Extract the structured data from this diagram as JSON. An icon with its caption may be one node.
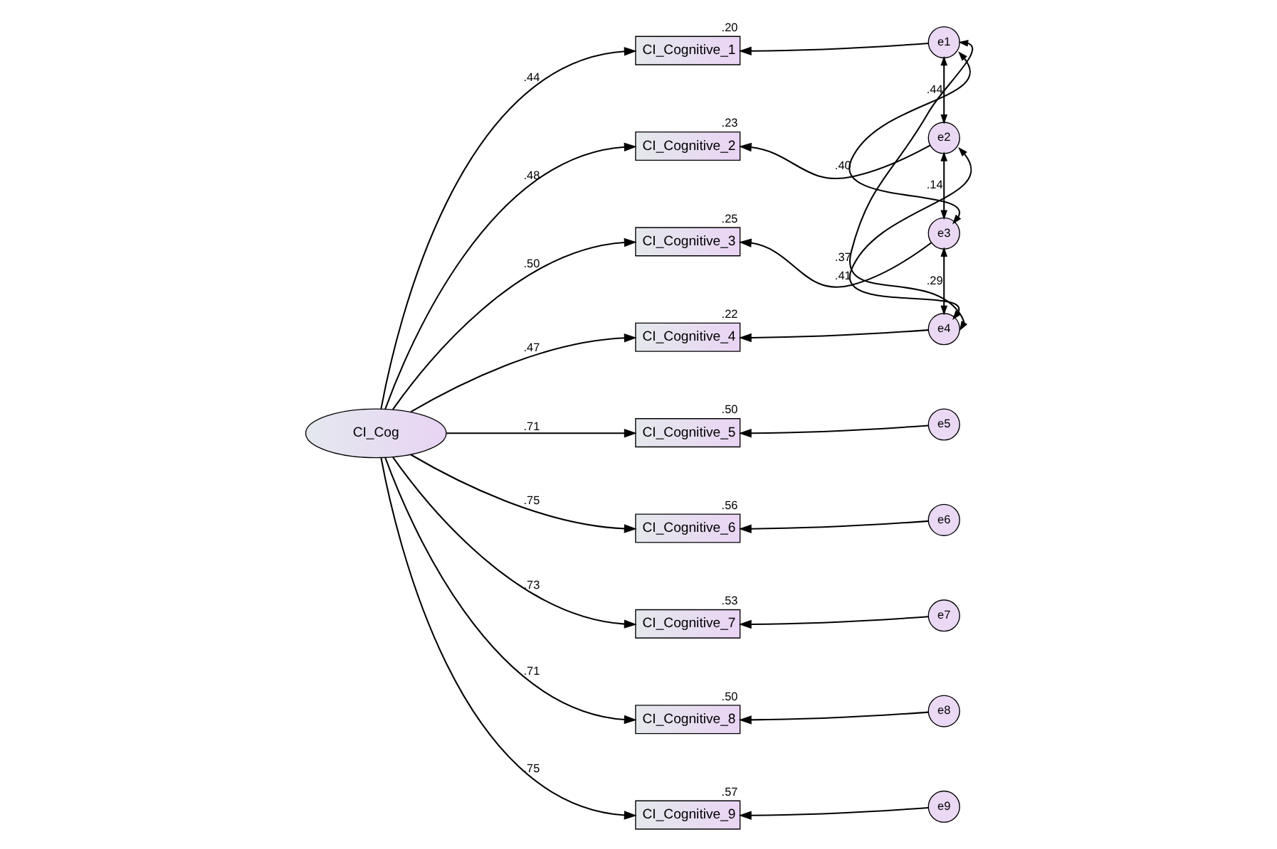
{
  "diagram": {
    "nodes": [
      {
        "text": [
          "CI_Cog"
        ]
      },
      {
        "text": [
          "CI_Cognitive_1"
        ],
        "beside": [
          ".20"
        ]
      },
      {
        "text": [
          "CI_Cognitive_2"
        ],
        "beside": [
          ".23"
        ]
      },
      {
        "text": [
          "CI_Cognitive_3"
        ],
        "beside": [
          ".25"
        ]
      },
      {
        "text": [
          "CI_Cognitive_4"
        ],
        "beside": [
          ".22"
        ]
      },
      {
        "text": [
          "CI_Cognitive_5"
        ],
        "beside": [
          ".50"
        ]
      },
      {
        "text": [
          "CI_Cognitive_6"
        ],
        "beside": [
          ".56"
        ]
      },
      {
        "text": [
          "CI_Cognitive_7"
        ],
        "beside": [
          ".53"
        ]
      },
      {
        "text": [
          "CI_Cognitive_8"
        ],
        "beside": [
          ".50"
        ]
      },
      {
        "text": [
          "CI_Cognitive_9"
        ],
        "beside": [
          ".57"
        ]
      },
      {
        "text": [
          "e1"
        ]
      },
      {
        "text": [
          "e2"
        ]
      },
      {
        "text": [
          "e3"
        ]
      },
      {
        "text": [
          "e4"
        ]
      },
      {
        "text": [
          "e5"
        ]
      },
      {
        "text": [
          "e6"
        ]
      },
      {
        "text": [
          "e7"
        ]
      },
      {
        "text": [
          "e8"
        ]
      },
      {
        "text": [
          "e9"
        ]
      }
    ],
    "edges": [
      {
        "from": 0,
        "to": 1,
        "arrow": "to",
        "label": ".44"
      },
      {
        "from": 0,
        "to": 2,
        "arrow": "to",
        "label": ".48"
      },
      {
        "from": 0,
        "to": 3,
        "arrow": "to",
        "label": ".50"
      },
      {
        "from": 0,
        "to": 4,
        "arrow": "to",
        "label": ".47"
      },
      {
        "from": 0,
        "to": 5,
        "arrow": "to",
        "label": ".71"
      },
      {
        "from": 0,
        "to": 6,
        "arrow": "to",
        "label": ".75"
      },
      {
        "from": 0,
        "to": 7,
        "arrow": "to",
        "label": ".73"
      },
      {
        "from": 0,
        "to": 8,
        "arrow": "to",
        "label": ".71"
      },
      {
        "from": 0,
        "to": 9,
        "arrow": "to",
        "label": ".75"
      },
      {
        "from": 10,
        "to": 1,
        "arrow": "to"
      },
      {
        "from": 11,
        "to": 2,
        "arrow": "to"
      },
      {
        "from": 12,
        "to": 3,
        "arrow": "to"
      },
      {
        "from": 13,
        "to": 4,
        "arrow": "to"
      },
      {
        "from": 14,
        "to": 5,
        "arrow": "to"
      },
      {
        "from": 15,
        "to": 6,
        "arrow": "to"
      },
      {
        "from": 16,
        "to": 7,
        "arrow": "to"
      },
      {
        "from": 17,
        "to": 8,
        "arrow": "to"
      },
      {
        "from": 18,
        "to": 9,
        "arrow": "to"
      },
      {
        "from": 10,
        "to": 11,
        "arrow": "both",
        "label": ".44"
      },
      {
        "from": 10,
        "to": 12,
        "arrow": "both",
        "label": ".40"
      },
      {
        "from": 10,
        "to": 13,
        "arrow": "both",
        "label": ".37"
      },
      {
        "from": 11,
        "to": 12,
        "arrow": "both",
        "label": ".14"
      },
      {
        "from": 11,
        "to": 13,
        "arrow": "both",
        "label": ".41"
      },
      {
        "from": 12,
        "to": 13,
        "arrow": "both",
        "label": ".29"
      }
    ]
  }
}
